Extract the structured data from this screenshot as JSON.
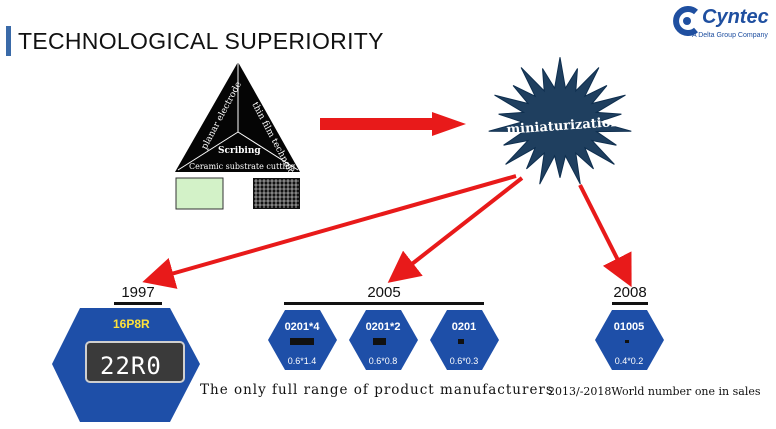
{
  "header": {
    "title": "TECHNOLOGICAL SUPERIORITY",
    "logo_name": "Cyntec",
    "logo_tagline": "A Delta Group Company"
  },
  "triangle": {
    "left_text": "planar electrode",
    "right_text": "thin film technology",
    "center_text": "Scribing",
    "bottom_text": "Ceramic substrate cutting"
  },
  "burst": {
    "label": "miniaturization"
  },
  "timeline": {
    "years": [
      "1997",
      "2005",
      "2008"
    ],
    "products_1997": {
      "name": "16P8R",
      "marking": "22R0"
    },
    "products_2005": [
      {
        "name": "0201*4",
        "size": "0.6*1.4"
      },
      {
        "name": "0201*2",
        "size": "0.6*0.8"
      },
      {
        "name": "0201",
        "size": "0.6*0.3"
      }
    ],
    "products_2008": [
      {
        "name": "01005",
        "size": "0.4*0.2"
      }
    ]
  },
  "captions": {
    "full_range": "The only full range of product manufacturers",
    "world_number_one": "2013/-2018World number one in sales"
  },
  "colors": {
    "hex_fill": "#1e4fa8",
    "arrow": "#e81a1a",
    "burst": "#1f3f5f",
    "accent": "#3a6aa8"
  }
}
